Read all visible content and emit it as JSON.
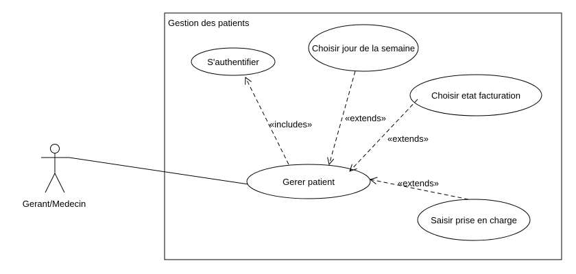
{
  "system": {
    "title": "Gestion des patients"
  },
  "actor": {
    "name": "Gerant/Medecin"
  },
  "use_cases": {
    "authentifier": "S'authentifier",
    "choisir_jour": "Choisir jour de la semaine",
    "choisir_etat": "Choisir etat facturation",
    "gerer_patient": "Gerer patient",
    "saisir_prise": "Saisir prise en charge"
  },
  "relations": {
    "includes": "«includes»",
    "extends_jour": "«extends»",
    "extends_etat": "«extends»",
    "extends_prise": "«extends»"
  }
}
